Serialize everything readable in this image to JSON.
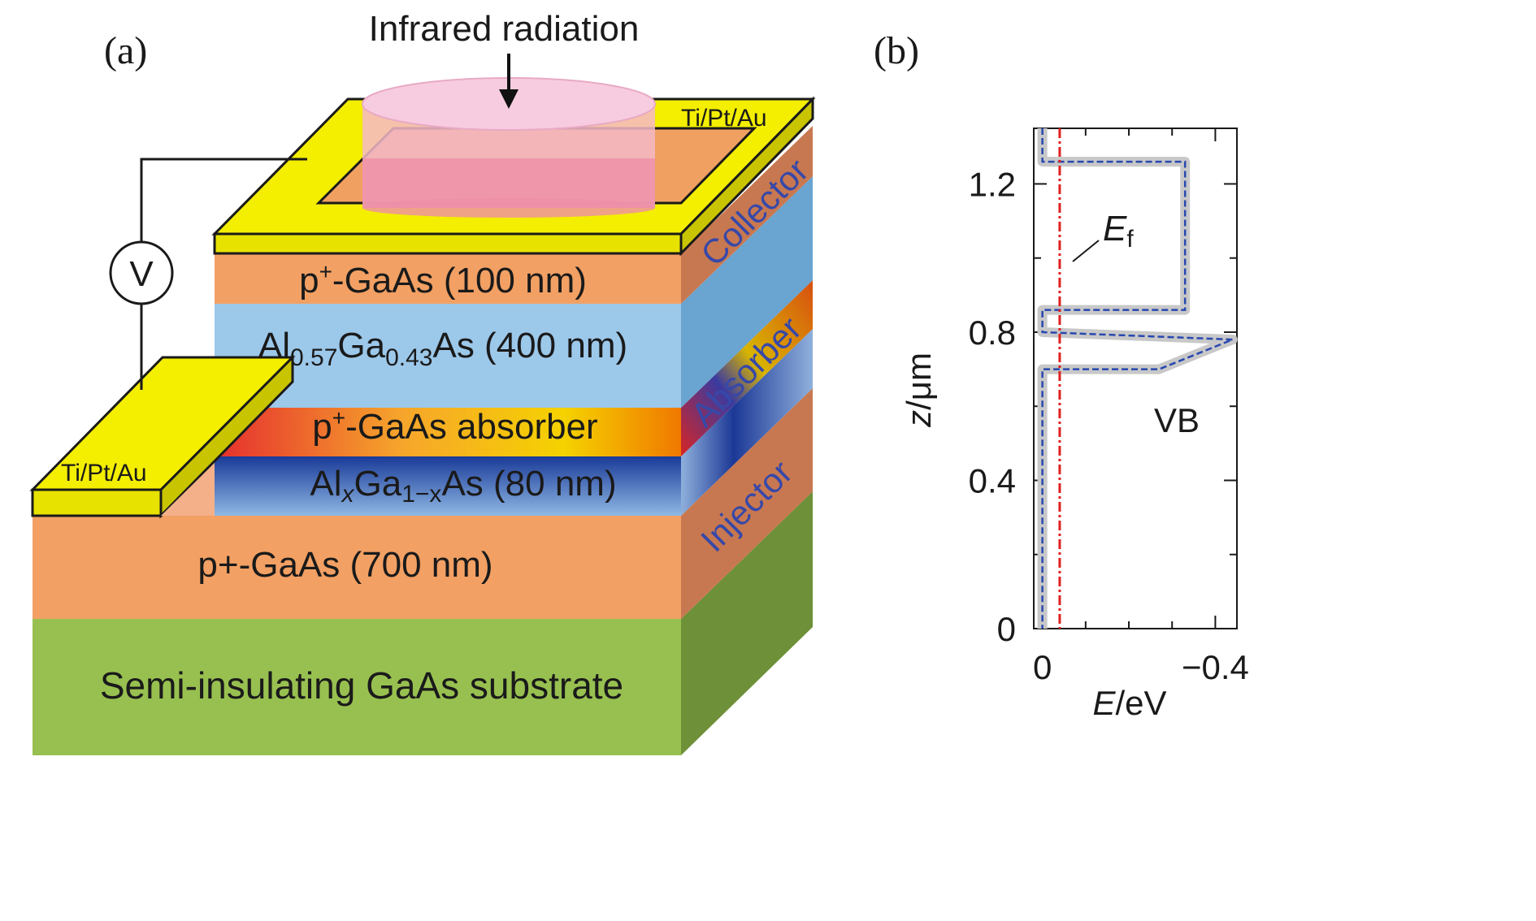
{
  "panel_a": {
    "label": "(a)",
    "radiation": "Infrared radiation",
    "contact_top": "Ti/Pt/Au",
    "contact_left": "Ti/Pt/Au",
    "voltmeter": "V",
    "layers": {
      "collector_layer": {
        "prefix": "p",
        "sup": "+",
        "rest": "-GaAs (100 nm)"
      },
      "barrier_layer": {
        "a": "Al",
        "a_sub": "0.57",
        "b": "Ga",
        "b_sub": "0.43",
        "c": "As (400 nm)"
      },
      "absorber_layer": {
        "prefix": "p",
        "sup": "+",
        "rest": "-GaAs absorber"
      },
      "graded_layer": {
        "a": "Al",
        "a_sub": "x",
        "b": "Ga",
        "b_sub": "1−x",
        "c": "As (80 nm)"
      },
      "injector_layer": "p+-GaAs (700 nm)",
      "substrate": "Semi-insulating GaAs substrate"
    },
    "side_labels": {
      "collector": "Collector",
      "absorber": "Absorber",
      "injector": "Injector"
    },
    "colors": {
      "contact": "#f4ee00",
      "gaas": "#f2a064",
      "algaas": "#9cc8ea",
      "substrate": "#98c050",
      "absorber_gradient": [
        "#e83030",
        "#f4b030",
        "#f4d000",
        "#f08000"
      ],
      "graded_gradient": [
        "#1a3a98",
        "#8ab4e0"
      ]
    }
  },
  "panel_b": {
    "label": "(b)",
    "ylabel_var": "z",
    "ylabel_unit": "/μm",
    "xlabel_var": "E",
    "xlabel_unit": "/eV",
    "ef_label_main": "E",
    "ef_label_sub": "f",
    "vb_label": "VB"
  },
  "chart_data": {
    "type": "line",
    "x_axis": {
      "label": "E/eV",
      "range": [
        0.02,
        -0.45
      ],
      "ticks": [
        0,
        -0.4
      ],
      "tick_labels": [
        "0",
        "−0.4"
      ],
      "minor_step": 0.1
    },
    "y_axis": {
      "label": "z/μm",
      "range": [
        0,
        1.35
      ],
      "ticks": [
        0,
        0.4,
        0.8,
        1.2
      ],
      "tick_labels": [
        "0",
        "0.4",
        "0.8",
        "1.2"
      ],
      "minor_step": 0.2
    },
    "series": [
      {
        "name": "VB",
        "color": "#2848b0",
        "points": [
          [
            0.0,
            1.35
          ],
          [
            0.0,
            1.26
          ],
          [
            -0.33,
            1.26
          ],
          [
            -0.33,
            0.86
          ],
          [
            0.0,
            0.86
          ],
          [
            0.0,
            0.8
          ],
          [
            -0.44,
            0.78
          ],
          [
            -0.27,
            0.7
          ],
          [
            0.0,
            0.7
          ],
          [
            0.0,
            0.0
          ]
        ]
      }
    ],
    "fermi_level": {
      "label": "Ef",
      "value": -0.04,
      "color": "#e02020"
    },
    "grid": false
  }
}
